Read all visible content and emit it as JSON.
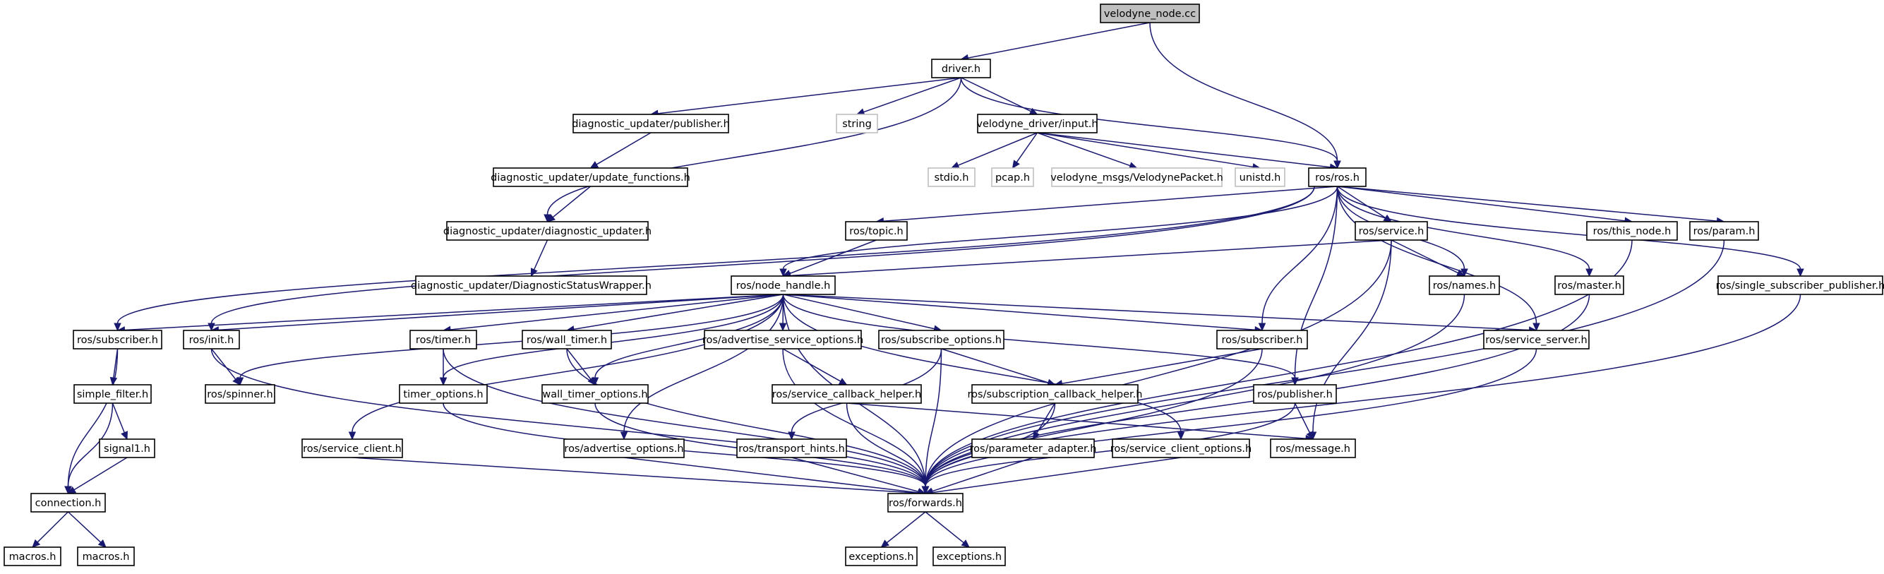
{
  "graph": {
    "colors": {
      "edge": "#191970",
      "box_border": "#000000",
      "missing_border": "#bfbfbf",
      "root_fill": "#bfbfbf",
      "node_fill": "#ffffff"
    },
    "nodes": [
      {
        "id": "velodyne_node",
        "label": "velodyne_node.cc",
        "kind": "root"
      },
      {
        "id": "driver",
        "label": "driver.h",
        "kind": "normal"
      },
      {
        "id": "diag_publisher",
        "label": "diagnostic_updater/publisher.h",
        "kind": "normal"
      },
      {
        "id": "string",
        "label": "string",
        "kind": "missing"
      },
      {
        "id": "velodyne_input",
        "label": "velodyne_driver/input.h",
        "kind": "normal"
      },
      {
        "id": "diag_update_functions",
        "label": "diagnostic_updater/update_functions.h",
        "kind": "normal"
      },
      {
        "id": "stdio",
        "label": "stdio.h",
        "kind": "missing"
      },
      {
        "id": "pcap",
        "label": "pcap.h",
        "kind": "missing"
      },
      {
        "id": "velodyne_packet",
        "label": "velodyne_msgs/VelodynePacket.h",
        "kind": "missing"
      },
      {
        "id": "unistd",
        "label": "unistd.h",
        "kind": "missing"
      },
      {
        "id": "ros_ros",
        "label": "ros/ros.h",
        "kind": "normal"
      },
      {
        "id": "diag_diagnostic_updater",
        "label": "diagnostic_updater/diagnostic_updater.h",
        "kind": "normal"
      },
      {
        "id": "ros_topic",
        "label": "ros/topic.h",
        "kind": "normal"
      },
      {
        "id": "ros_service",
        "label": "ros/service.h",
        "kind": "normal"
      },
      {
        "id": "ros_this_node",
        "label": "ros/this_node.h",
        "kind": "normal"
      },
      {
        "id": "ros_param",
        "label": "ros/param.h",
        "kind": "normal"
      },
      {
        "id": "diag_status_wrapper",
        "label": "diagnostic_updater/DiagnosticStatusWrapper.h",
        "kind": "normal"
      },
      {
        "id": "ros_node_handle",
        "label": "ros/node_handle.h",
        "kind": "normal"
      },
      {
        "id": "ros_names",
        "label": "ros/names.h",
        "kind": "normal"
      },
      {
        "id": "ros_master",
        "label": "ros/master.h",
        "kind": "normal"
      },
      {
        "id": "ros_single_sub_pub",
        "label": "ros/single_subscriber_publisher.h",
        "kind": "normal"
      },
      {
        "id": "ros_subscriber_l",
        "label": "ros/subscriber.h",
        "kind": "normal"
      },
      {
        "id": "ros_init",
        "label": "ros/init.h",
        "kind": "normal"
      },
      {
        "id": "ros_timer",
        "label": "ros/timer.h",
        "kind": "normal"
      },
      {
        "id": "ros_wall_timer",
        "label": "ros/wall_timer.h",
        "kind": "normal"
      },
      {
        "id": "ros_adv_srv_opts",
        "label": "ros/advertise_service_options.h",
        "kind": "normal"
      },
      {
        "id": "ros_sub_opts",
        "label": "ros/subscribe_options.h",
        "kind": "normal"
      },
      {
        "id": "ros_subscriber_r",
        "label": "ros/subscriber.h",
        "kind": "normal"
      },
      {
        "id": "ros_service_server",
        "label": "ros/service_server.h",
        "kind": "normal"
      },
      {
        "id": "simple_filter",
        "label": "simple_filter.h",
        "kind": "normal"
      },
      {
        "id": "ros_spinner",
        "label": "ros/spinner.h",
        "kind": "normal"
      },
      {
        "id": "timer_options",
        "label": "timer_options.h",
        "kind": "normal"
      },
      {
        "id": "wall_timer_options",
        "label": "wall_timer_options.h",
        "kind": "normal"
      },
      {
        "id": "ros_srv_cb_helper",
        "label": "ros/service_callback_helper.h",
        "kind": "normal"
      },
      {
        "id": "ros_sub_cb_helper",
        "label": "ros/subscription_callback_helper.h",
        "kind": "normal"
      },
      {
        "id": "ros_publisher",
        "label": "ros/publisher.h",
        "kind": "normal"
      },
      {
        "id": "signal1",
        "label": "signal1.h",
        "kind": "normal"
      },
      {
        "id": "ros_service_client",
        "label": "ros/service_client.h",
        "kind": "normal"
      },
      {
        "id": "ros_adv_opts",
        "label": "ros/advertise_options.h",
        "kind": "normal"
      },
      {
        "id": "ros_transport_hints",
        "label": "ros/transport_hints.h",
        "kind": "normal"
      },
      {
        "id": "ros_param_adapter",
        "label": "ros/parameter_adapter.h",
        "kind": "normal"
      },
      {
        "id": "ros_srv_client_opts",
        "label": "ros/service_client_options.h",
        "kind": "normal"
      },
      {
        "id": "ros_message",
        "label": "ros/message.h",
        "kind": "normal"
      },
      {
        "id": "connection",
        "label": "connection.h",
        "kind": "normal"
      },
      {
        "id": "ros_forwards",
        "label": "ros/forwards.h",
        "kind": "normal"
      },
      {
        "id": "macros_a",
        "label": "macros.h",
        "kind": "normal"
      },
      {
        "id": "macros_b",
        "label": "macros.h",
        "kind": "normal"
      },
      {
        "id": "exceptions_a",
        "label": "exceptions.h",
        "kind": "normal"
      },
      {
        "id": "exceptions_b",
        "label": "exceptions.h",
        "kind": "normal"
      }
    ],
    "edges": [
      [
        "velodyne_node",
        "driver"
      ],
      [
        "velodyne_node",
        "ros_ros"
      ],
      [
        "driver",
        "diag_publisher"
      ],
      [
        "driver",
        "string"
      ],
      [
        "driver",
        "velodyne_input"
      ],
      [
        "driver",
        "ros_ros"
      ],
      [
        "driver",
        "diag_diagnostic_updater"
      ],
      [
        "diag_publisher",
        "diag_update_functions"
      ],
      [
        "diag_update_functions",
        "diag_diagnostic_updater"
      ],
      [
        "diag_diagnostic_updater",
        "diag_status_wrapper"
      ],
      [
        "velodyne_input",
        "stdio"
      ],
      [
        "velodyne_input",
        "pcap"
      ],
      [
        "velodyne_input",
        "velodyne_packet"
      ],
      [
        "velodyne_input",
        "unistd"
      ],
      [
        "velodyne_input",
        "ros_ros"
      ],
      [
        "ros_ros",
        "ros_topic"
      ],
      [
        "ros_ros",
        "ros_service"
      ],
      [
        "ros_ros",
        "ros_this_node"
      ],
      [
        "ros_ros",
        "ros_param"
      ],
      [
        "ros_ros",
        "ros_node_handle"
      ],
      [
        "ros_ros",
        "ros_names"
      ],
      [
        "ros_ros",
        "ros_master"
      ],
      [
        "ros_ros",
        "ros_single_sub_pub"
      ],
      [
        "ros_ros",
        "ros_subscriber_r"
      ],
      [
        "ros_ros",
        "ros_service_server"
      ],
      [
        "ros_ros",
        "ros_publisher"
      ],
      [
        "ros_ros",
        "ros_init"
      ],
      [
        "ros_ros",
        "ros_subscriber_l"
      ],
      [
        "ros_topic",
        "ros_node_handle"
      ],
      [
        "ros_service",
        "ros_node_handle"
      ],
      [
        "ros_service",
        "ros_names"
      ],
      [
        "ros_service",
        "ros_message"
      ],
      [
        "ros_service",
        "ros_forwards"
      ],
      [
        "ros_this_node",
        "ros_forwards"
      ],
      [
        "ros_param",
        "ros_forwards"
      ],
      [
        "ros_names",
        "ros_forwards"
      ],
      [
        "ros_master",
        "ros_forwards"
      ],
      [
        "ros_single_sub_pub",
        "ros_forwards"
      ],
      [
        "ros_node_handle",
        "ros_subscriber_l"
      ],
      [
        "ros_node_handle",
        "ros_init"
      ],
      [
        "ros_node_handle",
        "ros_spinner"
      ],
      [
        "ros_node_handle",
        "ros_timer"
      ],
      [
        "ros_node_handle",
        "timer_options"
      ],
      [
        "ros_node_handle",
        "ros_wall_timer"
      ],
      [
        "ros_node_handle",
        "wall_timer_options"
      ],
      [
        "ros_node_handle",
        "ros_service_client"
      ],
      [
        "ros_node_handle",
        "ros_adv_opts"
      ],
      [
        "ros_node_handle",
        "ros_adv_srv_opts"
      ],
      [
        "ros_node_handle",
        "ros_sub_opts"
      ],
      [
        "ros_node_handle",
        "ros_subscriber_r"
      ],
      [
        "ros_node_handle",
        "ros_publisher"
      ],
      [
        "ros_node_handle",
        "ros_service_server"
      ],
      [
        "ros_node_handle",
        "ros_srv_client_opts"
      ],
      [
        "ros_node_handle",
        "ros_forwards"
      ],
      [
        "ros_subscriber_l",
        "simple_filter"
      ],
      [
        "ros_subscriber_l",
        "connection"
      ],
      [
        "simple_filter",
        "signal1"
      ],
      [
        "simple_filter",
        "connection"
      ],
      [
        "signal1",
        "connection"
      ],
      [
        "connection",
        "macros_a"
      ],
      [
        "connection",
        "macros_b"
      ],
      [
        "ros_init",
        "ros_spinner"
      ],
      [
        "ros_init",
        "ros_forwards"
      ],
      [
        "ros_timer",
        "timer_options"
      ],
      [
        "ros_timer",
        "ros_forwards"
      ],
      [
        "timer_options",
        "ros_forwards"
      ],
      [
        "ros_wall_timer",
        "wall_timer_options"
      ],
      [
        "ros_wall_timer",
        "ros_forwards"
      ],
      [
        "wall_timer_options",
        "ros_forwards"
      ],
      [
        "ros_adv_srv_opts",
        "ros_srv_cb_helper"
      ],
      [
        "ros_adv_srv_opts",
        "ros_forwards"
      ],
      [
        "ros_srv_cb_helper",
        "ros_message"
      ],
      [
        "ros_srv_cb_helper",
        "ros_forwards"
      ],
      [
        "ros_sub_opts",
        "ros_transport_hints"
      ],
      [
        "ros_sub_opts",
        "ros_sub_cb_helper"
      ],
      [
        "ros_sub_opts",
        "ros_forwards"
      ],
      [
        "ros_sub_cb_helper",
        "ros_param_adapter"
      ],
      [
        "ros_sub_cb_helper",
        "ros_forwards"
      ],
      [
        "ros_subscriber_r",
        "ros_sub_cb_helper"
      ],
      [
        "ros_subscriber_r",
        "ros_forwards"
      ],
      [
        "ros_publisher",
        "ros_message"
      ],
      [
        "ros_publisher",
        "ros_forwards"
      ],
      [
        "ros_service_server",
        "ros_forwards"
      ],
      [
        "ros_service_client",
        "ros_forwards"
      ],
      [
        "ros_adv_opts",
        "ros_forwards"
      ],
      [
        "ros_transport_hints",
        "ros_forwards"
      ],
      [
        "ros_param_adapter",
        "ros_forwards"
      ],
      [
        "ros_srv_client_opts",
        "ros_forwards"
      ],
      [
        "ros_forwards",
        "exceptions_a"
      ],
      [
        "ros_forwards",
        "exceptions_b"
      ]
    ]
  }
}
